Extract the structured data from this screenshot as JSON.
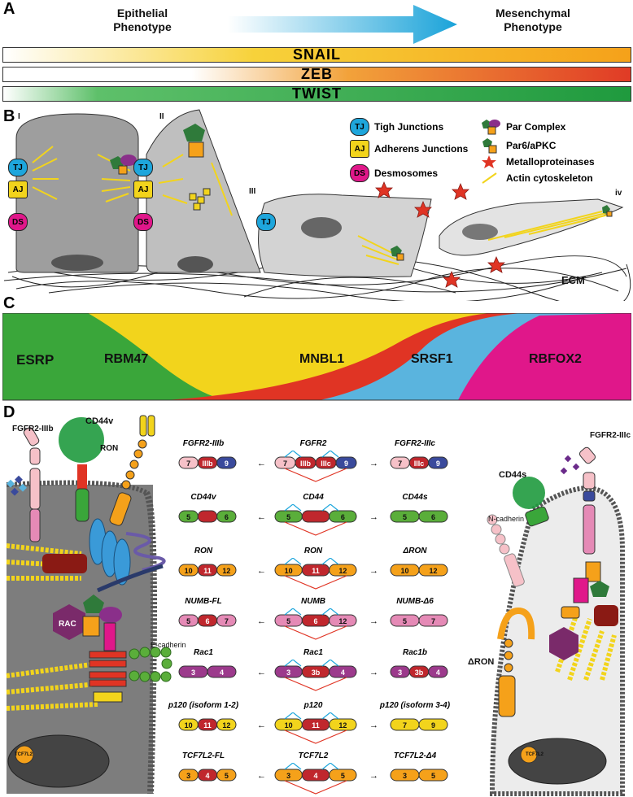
{
  "panels": {
    "a": "A",
    "b": "B",
    "c": "C",
    "d": "D"
  },
  "phenotype": {
    "epithelial": "Epithelial\nPhenotype",
    "mesenchymal": "Mesenchymal\nPhenotype"
  },
  "bars": [
    {
      "label": "SNAIL",
      "color": "#f5a11a"
    },
    {
      "label": "ZEB",
      "color": "#e03b26"
    },
    {
      "label": "TWIST",
      "color": "#1f9a3e"
    }
  ],
  "stages": [
    "I",
    "II",
    "III",
    "iv"
  ],
  "cell_badges": {
    "tj": "TJ",
    "aj": "AJ",
    "ds": "DS"
  },
  "legend": {
    "tj": "Tigh Junctions",
    "aj": "Adherens Junctions",
    "ds": "Desmosomes",
    "par_complex": "Par Complex",
    "par6": "Par6/aPKC",
    "mmp": "Metalloproteinases",
    "actin": "Actin cytoskeleton"
  },
  "ecm": "ECM",
  "splicing_factors": [
    {
      "label": "ESRP",
      "color": "#3aa63a"
    },
    {
      "label": "RBM47",
      "color": "#f2d41c"
    },
    {
      "label": "MNBL1",
      "color": "#e03424"
    },
    {
      "label": "SRSF1",
      "color": "#5ab4de"
    },
    {
      "label": "RBFOX2",
      "color": "#e0178a"
    }
  ],
  "receptors_left": {
    "fgfr": "FGFR2-IIIb",
    "cd44": "CD44v",
    "ron": "RON",
    "rac": "RAC",
    "ecad": "E-cadherin",
    "tcf": "TCF7L2"
  },
  "receptors_right": {
    "fgfr": "FGFR2-IIIc",
    "cd44": "CD44s",
    "ncad": "N-cadherin",
    "dron": "ΔRON",
    "tcf": "TCF7L2"
  },
  "genes": [
    {
      "gene": "FGFR2",
      "left": "FGFR2-IIIb",
      "right": "FGFR2-IIIc",
      "left_ex": [
        "7",
        "IIIb",
        "9"
      ],
      "mid_ex": [
        "7",
        "IIIb",
        "IIIc",
        "9"
      ],
      "right_ex": [
        "7",
        "IIIc",
        "9"
      ],
      "c1": "#f6c1c8",
      "c2": "#c0272d",
      "c3": "#3a4a9c"
    },
    {
      "gene": "CD44",
      "left": "CD44v",
      "right": "CD44s",
      "left_ex": [
        "5",
        "",
        "6"
      ],
      "mid_ex": [
        "5",
        "",
        "6"
      ],
      "right_ex": [
        "5",
        "6"
      ],
      "c1": "#5aae3a",
      "c2": "#c0272d",
      "c3": "#5aae3a"
    },
    {
      "gene": "RON",
      "left": "RON",
      "right": "ΔRON",
      "left_ex": [
        "10",
        "11",
        "12"
      ],
      "mid_ex": [
        "10",
        "11",
        "12"
      ],
      "right_ex": [
        "10",
        "12"
      ],
      "c1": "#f5a11a",
      "c2": "#c0272d",
      "c3": "#f5a11a"
    },
    {
      "gene": "NUMB",
      "left": "NUMB-FL",
      "right": "NUMB-Δ6",
      "left_ex": [
        "5",
        "6",
        "7"
      ],
      "mid_ex": [
        "5",
        "6",
        "12"
      ],
      "right_ex": [
        "5",
        "7"
      ],
      "c1": "#e58ab6",
      "c2": "#c0272d",
      "c3": "#e58ab6"
    },
    {
      "gene": "Rac1",
      "left": "Rac1",
      "right": "Rac1b",
      "left_ex": [
        "3",
        "4"
      ],
      "mid_ex": [
        "3",
        "3b",
        "4"
      ],
      "right_ex": [
        "3",
        "3b",
        "4"
      ],
      "c1": "#9c3a8c",
      "c2": "#c0272d",
      "c3": "#9c3a8c"
    },
    {
      "gene": "p120",
      "left": "p120 (isoform 1-2)",
      "right": "p120 (isoform 3-4)",
      "left_ex": [
        "10",
        "11",
        "12"
      ],
      "mid_ex": [
        "10",
        "11",
        "12"
      ],
      "right_ex": [
        "7",
        "9"
      ],
      "c1": "#f2d41c",
      "c2": "#c0272d",
      "c3": "#f2d41c"
    },
    {
      "gene": "TCF7L2",
      "left": "TCF7L2-FL",
      "right": "TCF7L2-Δ4",
      "left_ex": [
        "3",
        "4",
        "5"
      ],
      "mid_ex": [
        "3",
        "4",
        "5"
      ],
      "right_ex": [
        "3",
        "5"
      ],
      "c1": "#f5a11a",
      "c2": "#c0272d",
      "c3": "#f5a11a"
    }
  ]
}
